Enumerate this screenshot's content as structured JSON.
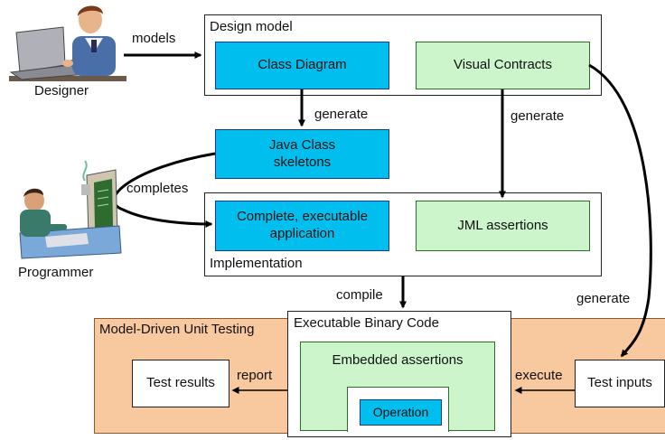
{
  "actors": {
    "designer": "Designer",
    "programmer": "Programmer"
  },
  "containers": {
    "design_model": "Design model",
    "implementation": "Implementation",
    "mdut": "Model-Driven Unit Testing",
    "binary": "Executable Binary Code"
  },
  "boxes": {
    "class_diagram": "Class Diagram",
    "visual_contracts": "Visual Contracts",
    "java_skeletons_line1": "Java Class",
    "java_skeletons_line2": "skeletons",
    "complete_app_line1": "Complete, executable",
    "complete_app_line2": "application",
    "jml": "JML assertions",
    "embedded": "Embedded assertions",
    "operation": "Operation",
    "test_results": "Test results",
    "test_inputs": "Test inputs"
  },
  "arrows": {
    "models": "models",
    "generate_left": "generate",
    "generate_right": "generate",
    "completes": "completes",
    "compile": "compile",
    "generate_far": "generate",
    "report": "report",
    "execute": "execute"
  },
  "colors": {
    "blue": "#00BFEF",
    "green": "#CCF5CC",
    "orange": "#F8C89E"
  }
}
